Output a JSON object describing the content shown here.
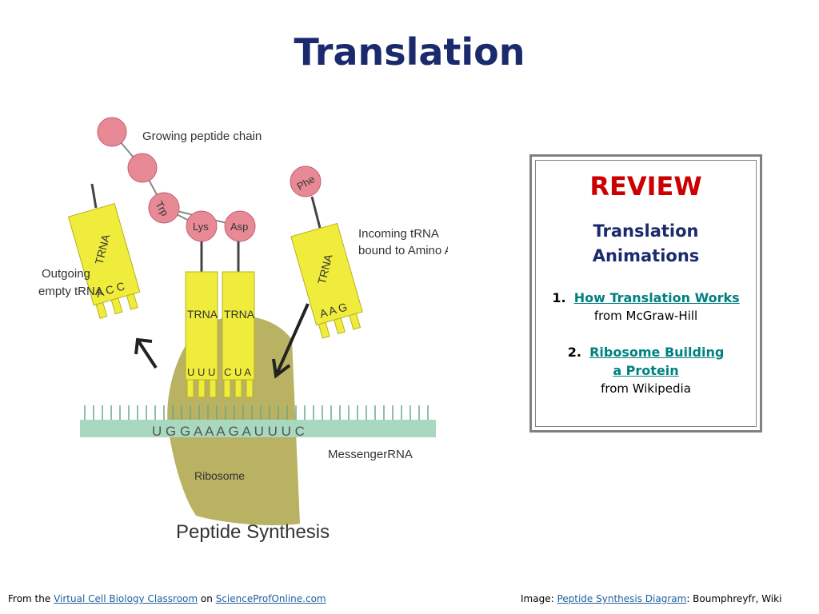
{
  "title": "Translation",
  "diagram": {
    "labels": {
      "growing_chain": "Growing peptide chain",
      "incoming_1": "Incoming tRNA",
      "incoming_2": "bound to Amino Acid",
      "outgoing_1": "Outgoing",
      "outgoing_2": "empty tRNA",
      "messenger": "MessengerRNA",
      "ribosome": "Ribosome",
      "caption": "Peptide Synthesis"
    },
    "amino_acids": {
      "trp": "Trp",
      "lys": "Lys",
      "asp": "Asp",
      "phe": "Phe"
    },
    "trna_label": "TRNA",
    "anticodons": {
      "outgoing": "A C C",
      "left": "U U U",
      "right": "C U A",
      "incoming": "A A G"
    },
    "mrna_sequence": "U G G A A A G A U U U C"
  },
  "review": {
    "title": "REVIEW",
    "subtitle_1": "Translation",
    "subtitle_2": "Animations",
    "item1": {
      "number": "1.",
      "link": "How Translation Works",
      "source": "from McGraw-Hill"
    },
    "item2": {
      "number": "2.",
      "link_1": "Ribosome Building",
      "link_2": "a Protein",
      "source": "from Wikipedia"
    }
  },
  "footer": {
    "left_prefix": "From the",
    "left_link1": "Virtual Cell Biology Classroom",
    "left_mid": "on",
    "left_link2": "ScienceProfOnline.com",
    "right_prefix": "Image:",
    "right_link": "Peptide Synthesis Diagram",
    "right_suffix": ": Boumphreyfr, Wiki"
  },
  "colors": {
    "title": "#1a2a6c",
    "review_title": "#cc0000",
    "link": "#008080",
    "amino": "#e88a96",
    "trna": "#f0ec3c",
    "ribosome": "#b8b262",
    "mrna": "#a8d8c0"
  }
}
